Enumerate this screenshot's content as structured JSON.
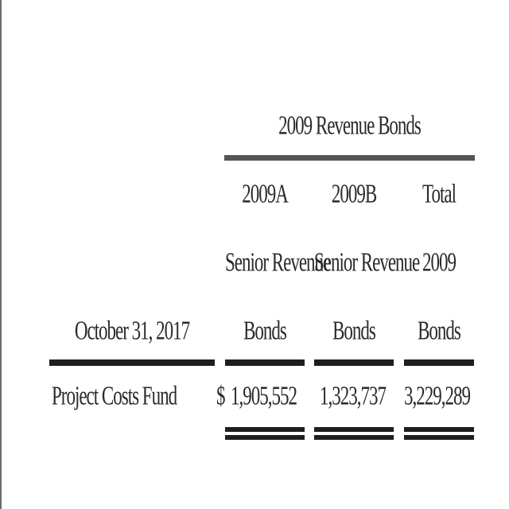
{
  "table": {
    "group_header": "2009 Revenue Bonds",
    "columns": [
      {
        "line1": "2009A",
        "line2": "Senior Revenue",
        "line3": "Bonds"
      },
      {
        "line1": "2009B",
        "line2": "Senior Revenue",
        "line3": "Bonds"
      },
      {
        "line1": "Total",
        "line2": "2009",
        "line3": "Bonds"
      }
    ],
    "row_header": "October 31, 2017",
    "rows": [
      {
        "label": "Project Costs Fund",
        "currency": "$",
        "values": [
          "1,905,552",
          "1,323,737",
          "3,229,289"
        ]
      }
    ]
  }
}
